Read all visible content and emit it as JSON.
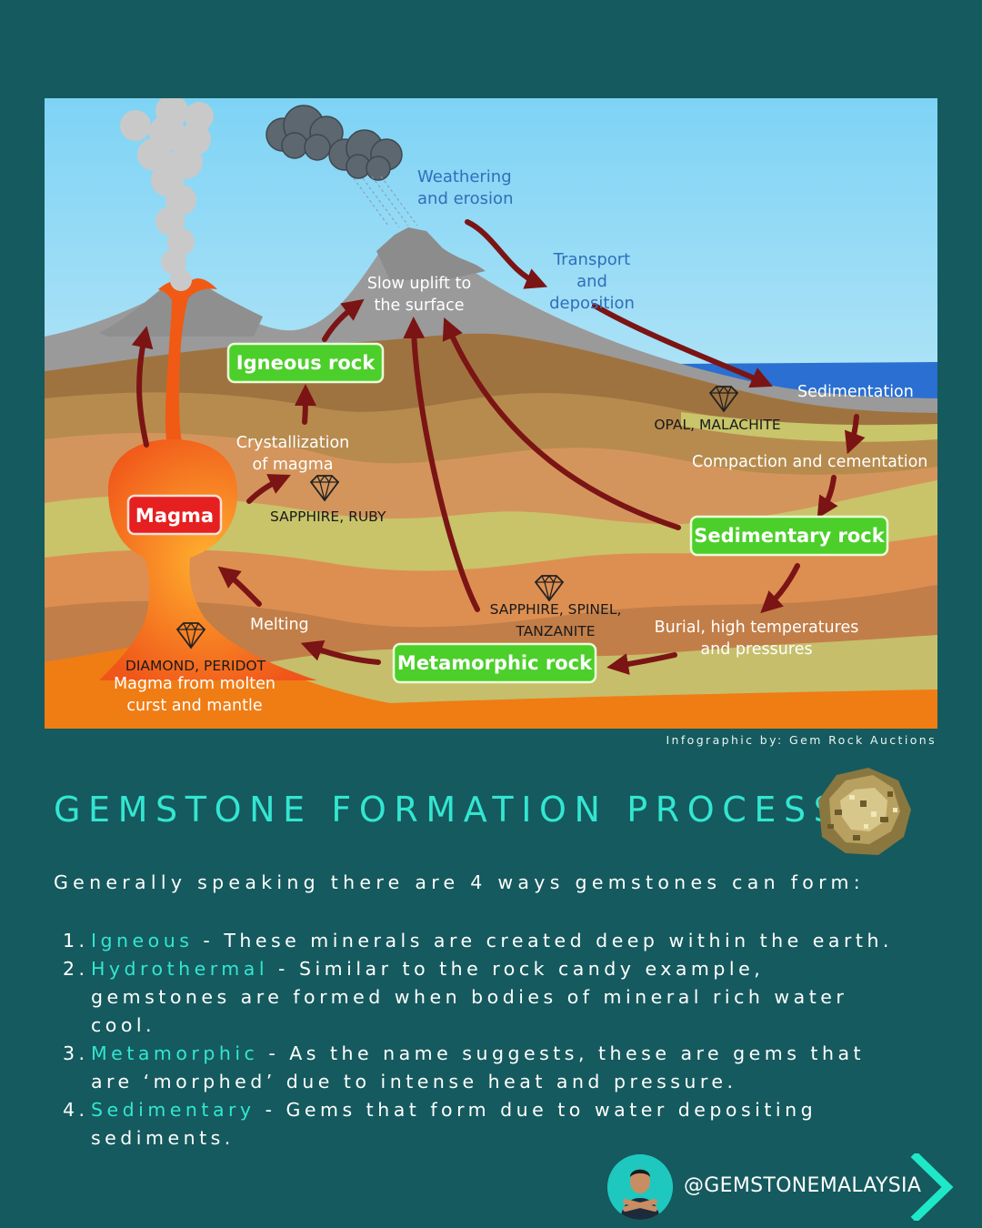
{
  "diagram": {
    "labels": {
      "weathering": [
        "Weathering",
        "and erosion"
      ],
      "transport": [
        "Transport",
        "and",
        "deposition"
      ],
      "uplift": [
        "Slow uplift to",
        "the surface"
      ],
      "sedimentation": "Sedimentation",
      "opal": "OPAL, MALACHITE",
      "compaction": "Compaction and cementation",
      "crystallization": [
        "Crystallization",
        "of magma"
      ],
      "sapphire_ruby": "SAPPHIRE, RUBY",
      "sapphire_spinel": [
        "SAPPHIRE, SPINEL,",
        "TANZANITE"
      ],
      "melting": "Melting",
      "burial": [
        "Burial, high temperatures",
        "and pressures"
      ],
      "diamond": "DIAMOND, PERIDOT",
      "magma_source": [
        "Magma from molten",
        "curst and mantle"
      ]
    },
    "boxes": {
      "igneous": "Igneous rock",
      "magma": "Magma",
      "sedimentary": "Sedimentary rock",
      "metamorphic": "Metamorphic rock"
    },
    "colors": {
      "sky_top": "#7ed3f5",
      "sky_bottom": "#e3f4f7",
      "green_box": "#4ccf2a",
      "magma": "#f05a14",
      "arrow": "#7b1414",
      "label_blue": "#2f6fba",
      "label_white": "#ffffff"
    }
  },
  "credit": "Infographic by: Gem Rock Auctions",
  "title": "GEMSTONE FORMATION PROCESS",
  "intro": "Generally speaking there are 4 ways gemstones can form:",
  "ways": [
    {
      "num": "1.",
      "term": "Igneous",
      "text": " - These minerals are created deep within the earth."
    },
    {
      "num": "2.",
      "term": "Hydrothermal",
      "text": " - Similar to the rock candy example, gemstones are formed when bodies of mineral rich water cool."
    },
    {
      "num": "3.",
      "term": "Metamorphic",
      "text": " - As the name suggests, these are gems that are ‘morphed’ due to intense heat and pressure."
    },
    {
      "num": "4.",
      "term": "Sedimentary",
      "text": " - Gems that form due to water depositing sediments."
    }
  ],
  "footer": {
    "handle": "@GEMSTONEMALAYSIA",
    "accent": "#1fe8c8"
  }
}
